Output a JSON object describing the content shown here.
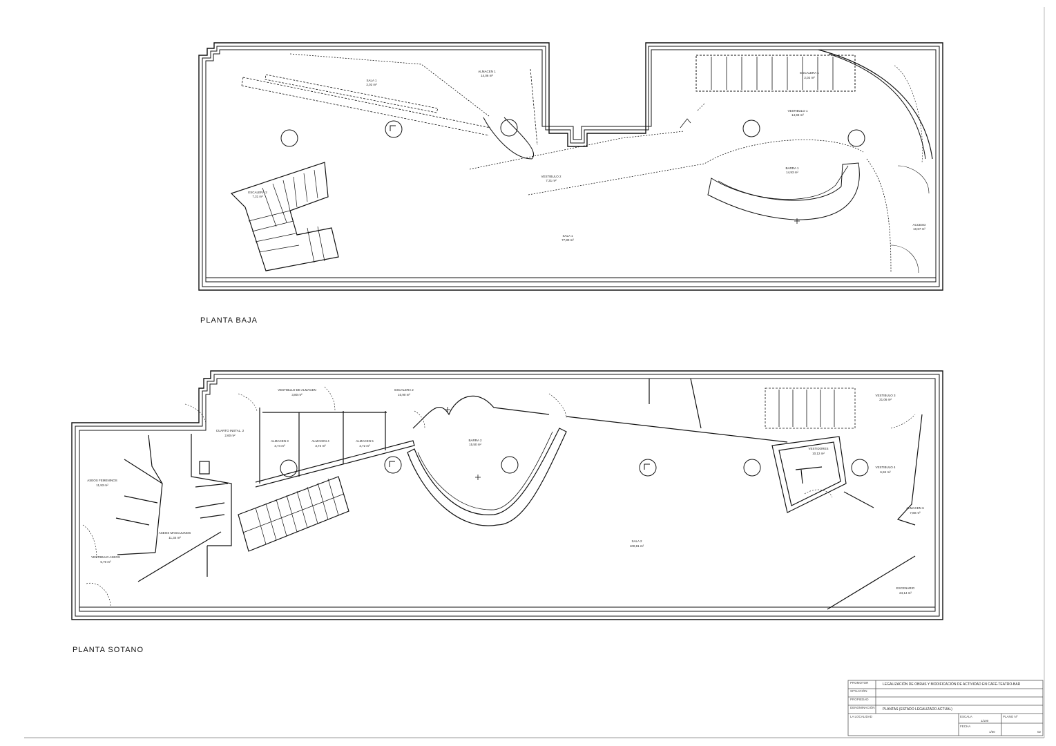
{
  "plan_ground": {
    "title": "PLANTA BAJA",
    "rooms": [
      {
        "name": "SALA 1",
        "area": "2,02 m²"
      },
      {
        "name": "ALMACEN 1",
        "area": "14,06 m²"
      },
      {
        "name": "ESCALERA 1",
        "area": "2,02 m²"
      },
      {
        "name": "VESTIBULO 1",
        "area": "14,93 m²"
      },
      {
        "name": "VESTIBULO 2",
        "area": "7,31 m²"
      },
      {
        "name": "BARRA 1",
        "area": "14,93 m²"
      },
      {
        "name": "ESCALERA 2",
        "area": "7,31 m²"
      },
      {
        "name": "SALA 1",
        "area": "77,80 m²"
      },
      {
        "name": "ACCESO",
        "area": "10,67 m²"
      }
    ]
  },
  "plan_basement": {
    "title": "PLANTA SOTANO",
    "rooms": [
      {
        "name": "VESTIBULO DE ALMACEN",
        "area": "3,80 m²"
      },
      {
        "name": "ESCALERA 2",
        "area": "10,90 m²"
      },
      {
        "name": "CUARTO INSTAL. 2",
        "area": "2,60 m²"
      },
      {
        "name": "ALMACEN 3",
        "area": "3,74 m²"
      },
      {
        "name": "ALMACEN 4",
        "area": "3,74 m²"
      },
      {
        "name": "ALMACEN 5",
        "area": "2,72 m²"
      },
      {
        "name": "BARRA 2",
        "area": "15,50 m²"
      },
      {
        "name": "VESTIBULO 3",
        "area": "21,06 m²"
      },
      {
        "name": "VESTIDORES",
        "area": "10,12 m²"
      },
      {
        "name": "VESTIBULO 4",
        "area": "6,84 m²"
      },
      {
        "name": "ASEOS FEMENINOS",
        "area": "11,93 m²"
      },
      {
        "name": "ASEOS MASCULINOS",
        "area": "11,34 m²"
      },
      {
        "name": "VESTIBULO ASEOS",
        "area": "5,70 m²"
      },
      {
        "name": "ALMACEN 6",
        "area": "7,80 m²"
      },
      {
        "name": "SALA 2",
        "area": "100,81 m²"
      },
      {
        "name": "ESCENARIO",
        "area": "24,14 m²"
      }
    ]
  },
  "title_block": {
    "promotor_label": "PROMOTOR",
    "project_text": "LEGALIZACIÓN DE OBRAS Y MODIFICACIÓN DE ACTIVIDAD EN CAFÉ-TEATRO-BAR",
    "situacion_label": "SITUACIÓN",
    "propiedad_label": "PROPIEDAD",
    "plano_label": "DENOMINACIÓN",
    "plano_text": "PLANTAS (ESTADO LEGALIZADO ACTUAL)",
    "localidad_label": "LA LOCALIDAD",
    "escala_label": "ESCALA",
    "escala_value": "1/100",
    "fecha_label": "FECHA",
    "fecha_value": "1/50",
    "plano_num_label": "PLANO Nº",
    "plano_num_value": "02"
  }
}
